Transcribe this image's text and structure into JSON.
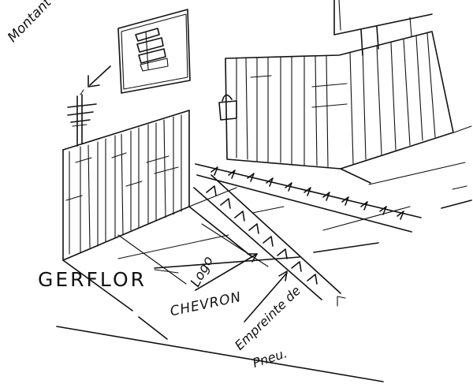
{
  "labels": {
    "montant_panneau": "Montant Panneau",
    "gerflor": "GERFLOR",
    "logo": "Logo",
    "chevron": "CHEVRON",
    "empreinte": "Empreinte de",
    "pneu": "Pneu."
  },
  "icons": {
    "padlock": "padlock-icon",
    "sign_panel": "sign-panel",
    "arrows": "arrow-icon"
  },
  "colors": {
    "ink": "#111111",
    "paper": "#ffffff"
  }
}
